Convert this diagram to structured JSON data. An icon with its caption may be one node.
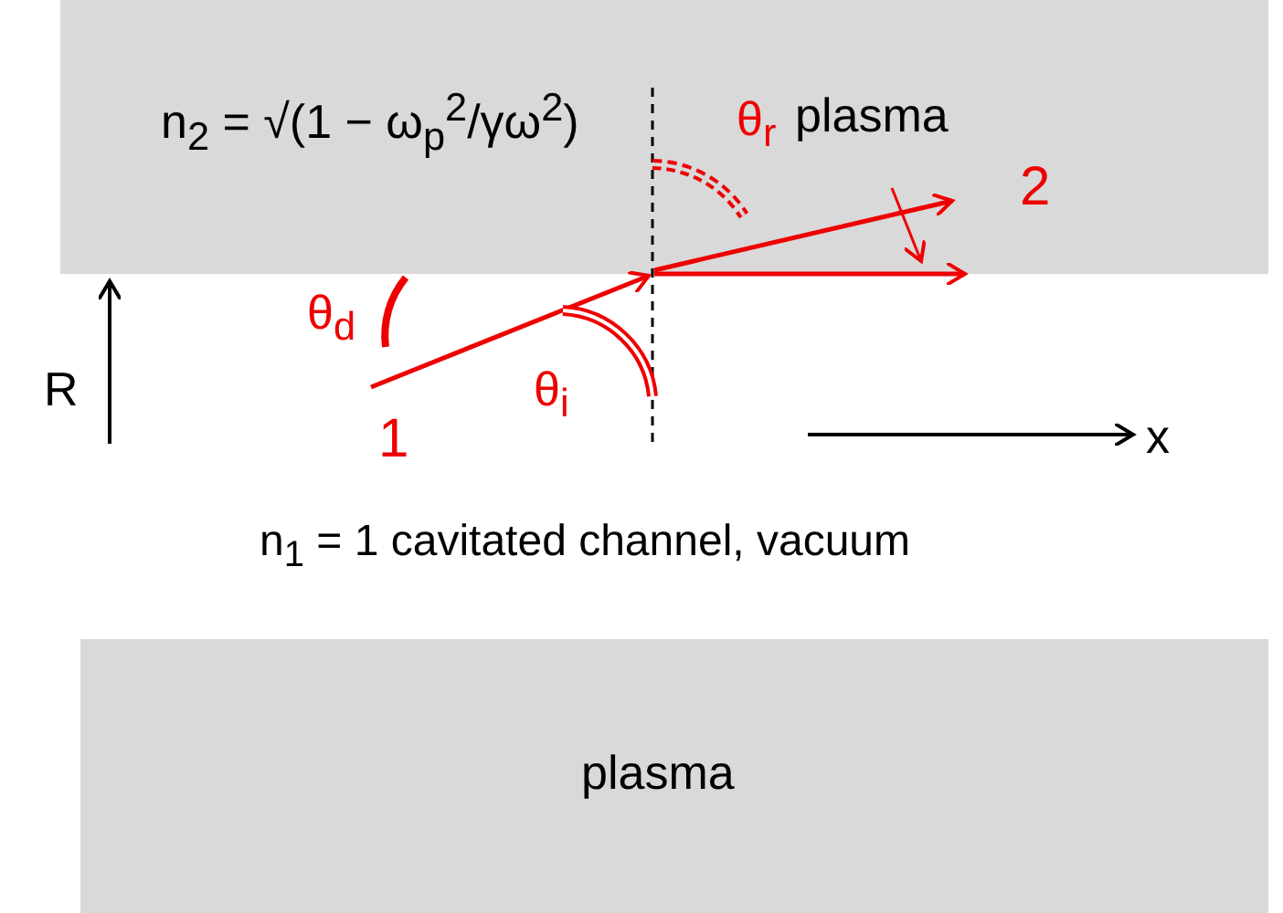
{
  "diagram": {
    "nodes": [
      {
        "text": [
          "plasma"
        ]
      },
      {
        "text": [
          "plasma"
        ]
      }
    ],
    "labels": [
      "n$_{2}$ = √(1 − ω$_{p}$$^{2}$/γω$^{2}$)",
      "θ$_{r}$",
      "2",
      "θ$_{d}$",
      "θ$_{i}$",
      "1",
      "R",
      "x",
      "n$_{1}$ = 1   cavitated channel,  vacuum"
    ]
  }
}
